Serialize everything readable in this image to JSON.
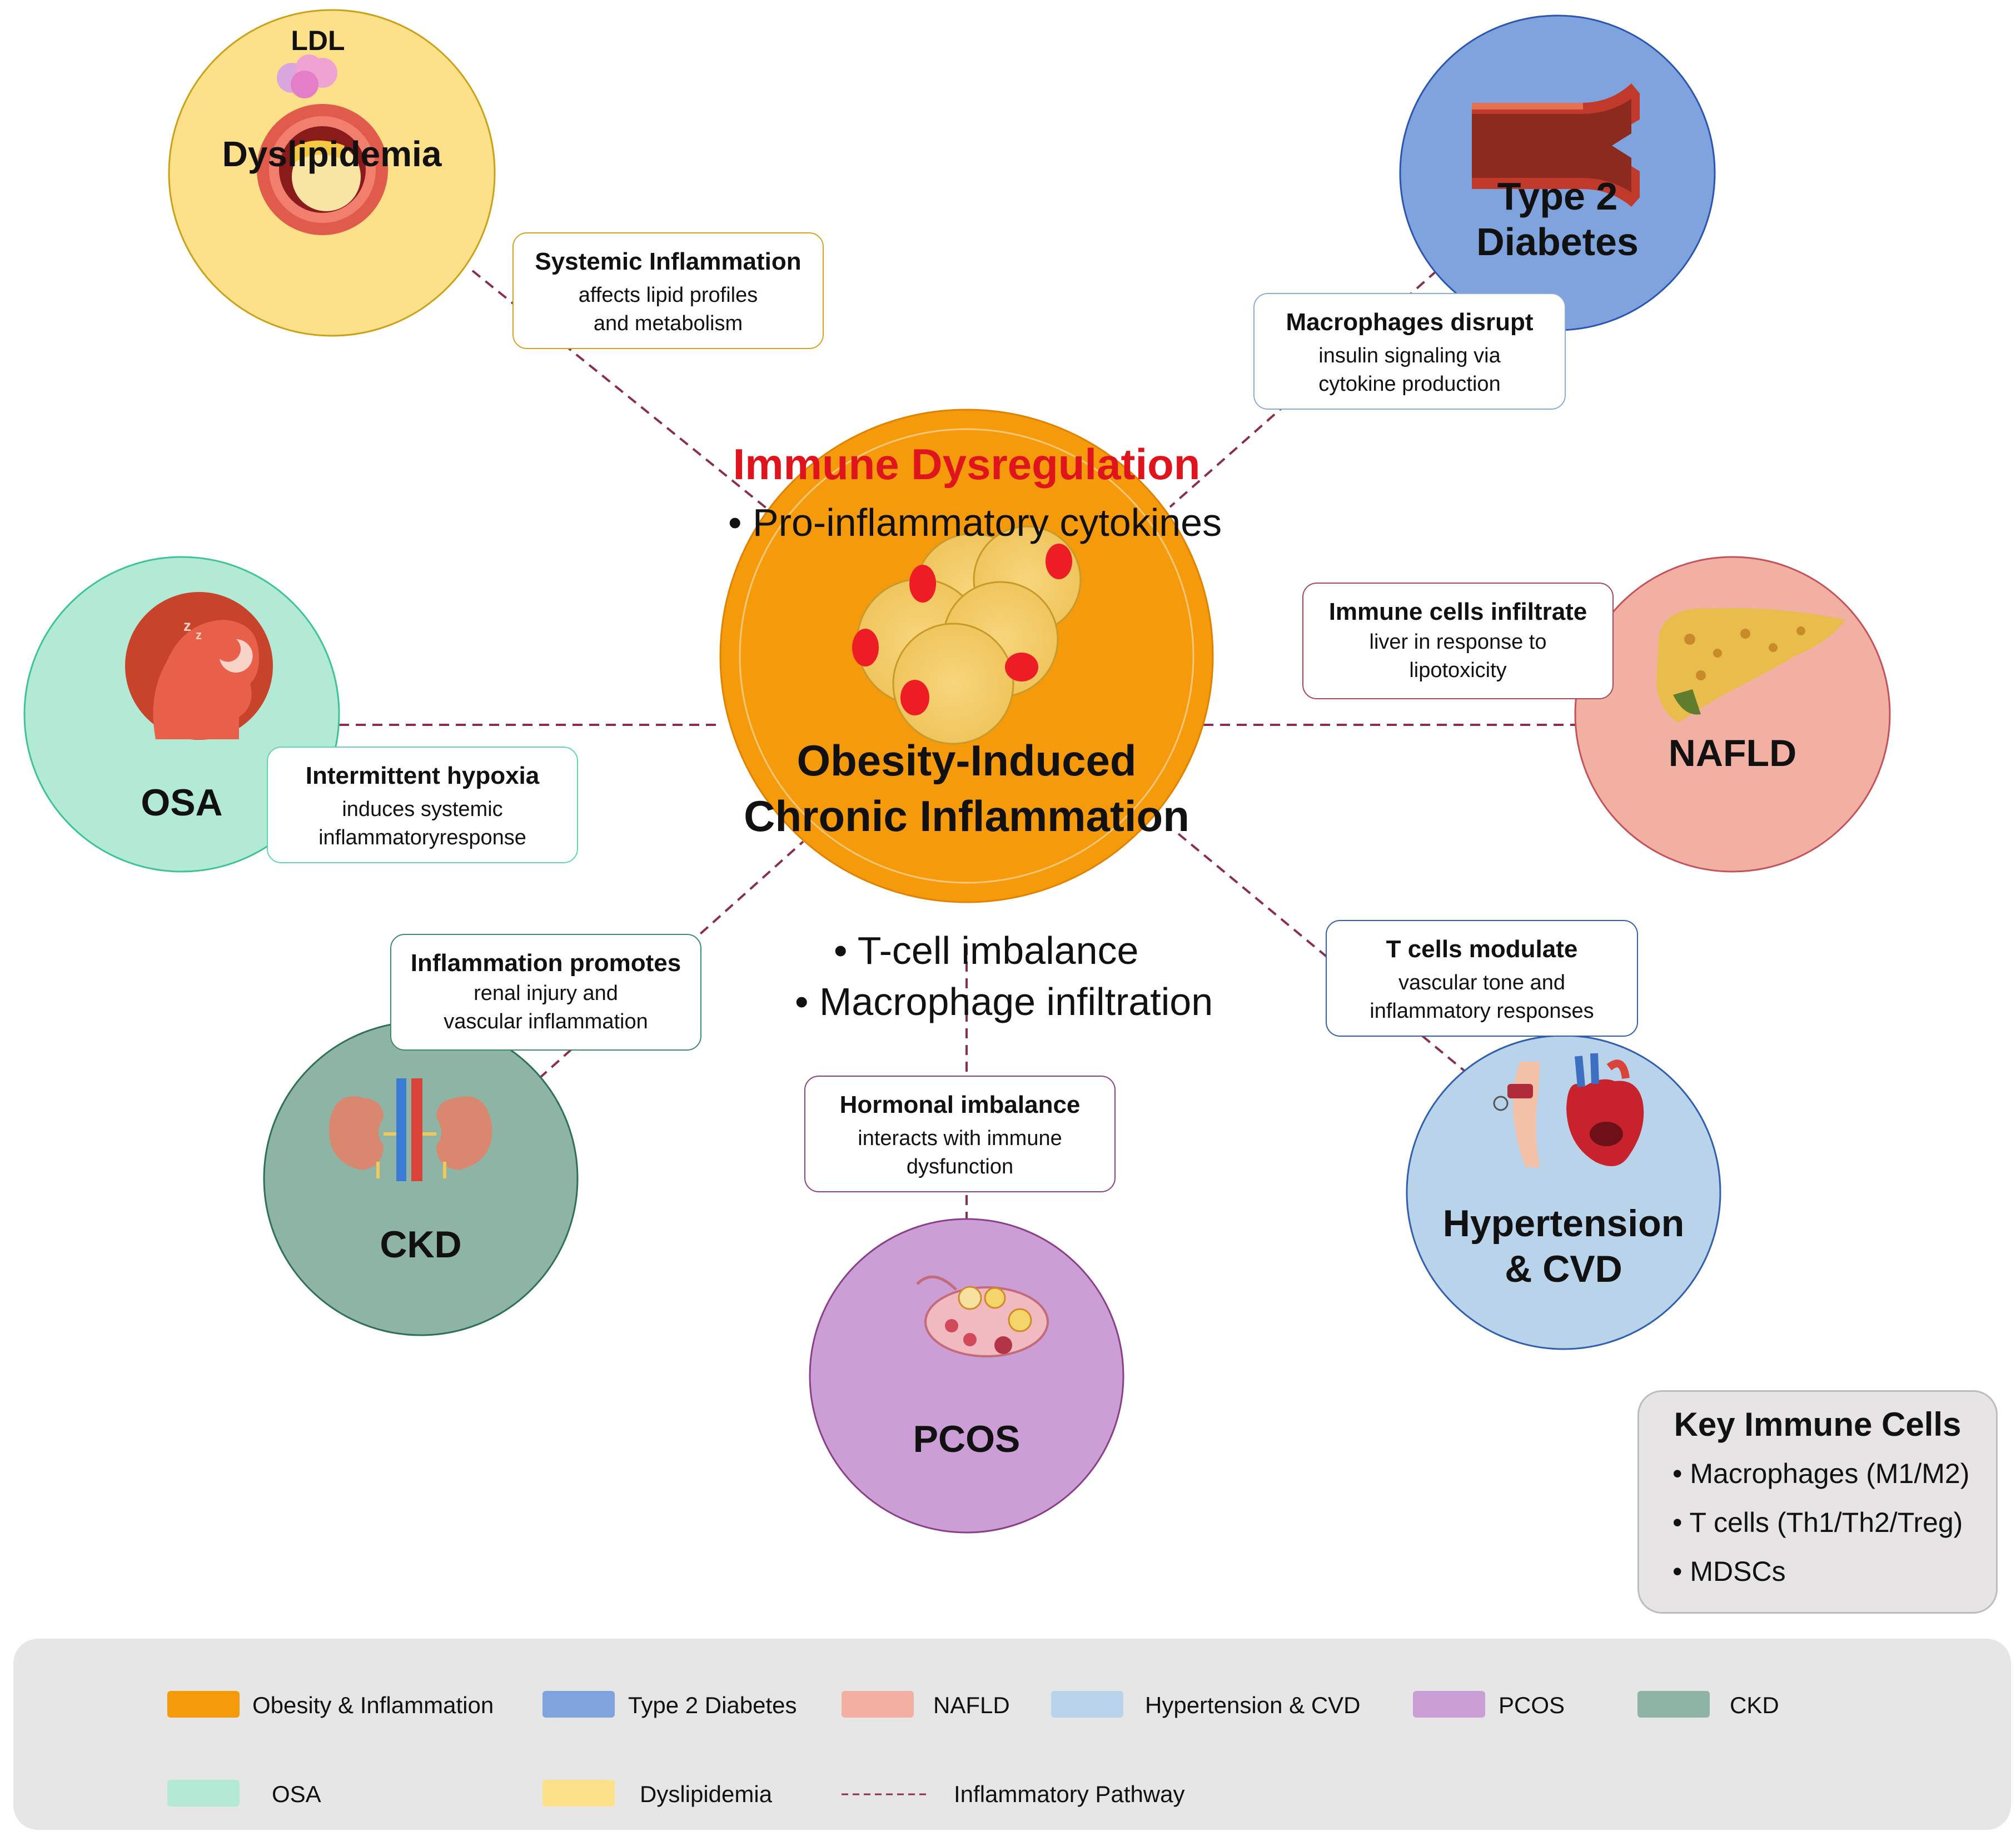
{
  "center": {
    "heading": "Immune Dysregulation",
    "bullets_top": [
      "Pro-inflammatory cytokines"
    ],
    "title_line1": "Obesity-Induced",
    "title_line2": "Chronic Inflammation",
    "bullets_bottom": [
      "T-cell imbalance",
      "Macrophage infiltration"
    ]
  },
  "conditions": {
    "dyslipidemia": {
      "label": "Dyslipidemia",
      "sublabel": "LDL",
      "color": "#fde08a"
    },
    "t2d": {
      "label_line1": "Type 2",
      "label_line2": "Diabetes",
      "color": "#7fa3dc"
    },
    "nafld": {
      "label": "NAFLD",
      "color": "#f2b0a3"
    },
    "htn": {
      "label_line1": "Hypertension",
      "label_line2": "& CVD",
      "color": "#b8d3ea"
    },
    "pcos": {
      "label": "PCOS",
      "color": "#cb9fd5"
    },
    "ckd": {
      "label": "CKD",
      "color": "#8db4a4"
    },
    "osa": {
      "label": "OSA",
      "color": "#b3ead6"
    }
  },
  "mechanisms": {
    "dyslipidemia": {
      "title": "Systemic Inflammation",
      "line1": "affects lipid profiles",
      "line2": "and metabolism"
    },
    "t2d": {
      "title": "Macrophages disrupt",
      "line1": "insulin signaling via",
      "line2": "cytokine production"
    },
    "nafld": {
      "title": "Immune cells infiltrate",
      "line1": "liver in response to",
      "line2": "lipotoxicity"
    },
    "osa": {
      "title": "Intermittent hypoxia",
      "line1": "induces systemic",
      "line2": "inflammatoryresponse"
    },
    "ckd": {
      "title": "Inflammation promotes",
      "line1": "renal injury and",
      "line2": "vascular inflammation"
    },
    "pcos": {
      "title": "Hormonal imbalance",
      "line1": "interacts with immune",
      "line2": "dysfunction"
    },
    "htn": {
      "title": "T cells modulate",
      "line1": "vascular tone and",
      "line2": "inflammatory responses"
    }
  },
  "key_immune_cells": {
    "title": "Key Immune Cells",
    "items": [
      "Macrophages (M1/M2)",
      "T cells (Th1/Th2/Treg)",
      "MDSCs"
    ]
  },
  "legend": {
    "items": [
      {
        "label": "Obesity & Inflammation",
        "color": "#f59b0b"
      },
      {
        "label": "Type 2 Diabetes",
        "color": "#7fa3dc"
      },
      {
        "label": "NAFLD",
        "color": "#f2b0a3"
      },
      {
        "label": "Hypertension & CVD",
        "color": "#b8d3ea"
      },
      {
        "label": "PCOS",
        "color": "#cb9fd5"
      },
      {
        "label": "CKD",
        "color": "#8db4a4"
      },
      {
        "label": "OSA",
        "color": "#b3ead6"
      },
      {
        "label": "Dyslipidemia",
        "color": "#fde08a"
      }
    ],
    "pathway_label": "Inflammatory Pathway",
    "pathway_color": "#8a2e4a"
  }
}
